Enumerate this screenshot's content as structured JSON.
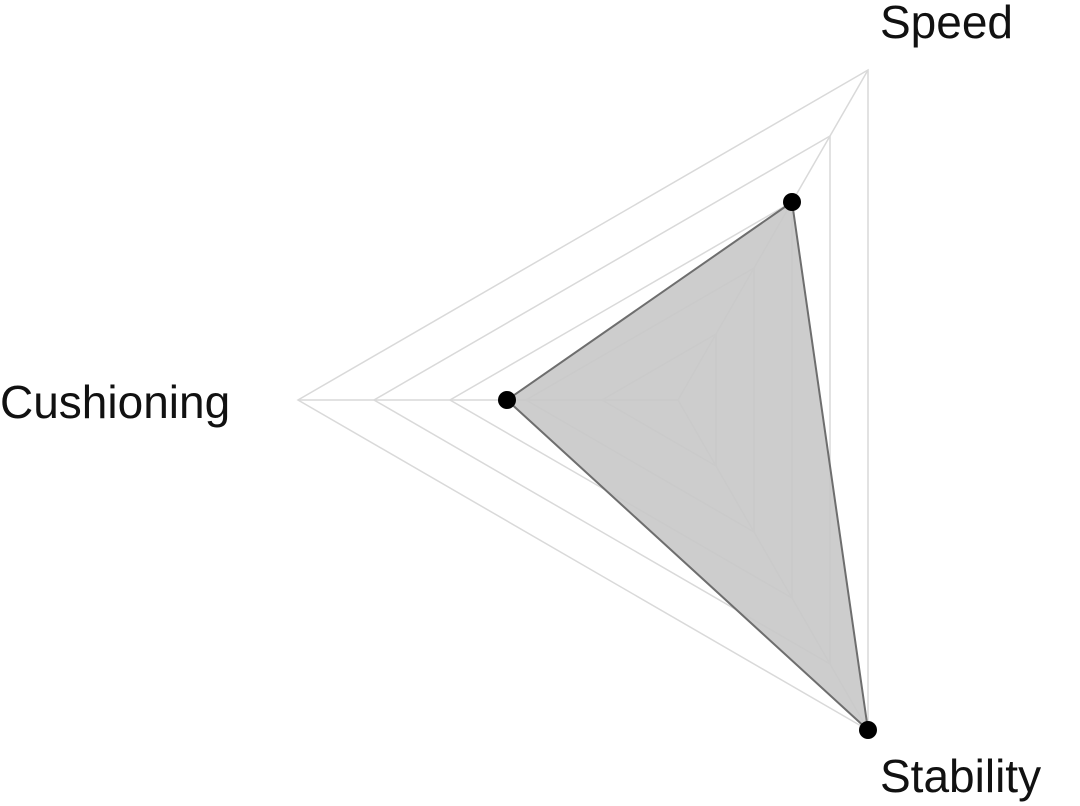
{
  "chart_data": {
    "type": "radar",
    "axes": [
      {
        "key": "speed",
        "label": "Speed"
      },
      {
        "key": "cushioning",
        "label": "Cushioning"
      },
      {
        "key": "stability",
        "label": "Stability"
      }
    ],
    "series": [
      {
        "values": [
          60,
          45,
          100
        ]
      }
    ],
    "range": [
      0,
      100
    ],
    "grid_levels": 5,
    "grid": true,
    "legend": false,
    "colors": {
      "fill": "#c8c8c8",
      "stroke": "#6e6e6e",
      "point": "#000000",
      "grid": "#d9d9d9"
    }
  }
}
